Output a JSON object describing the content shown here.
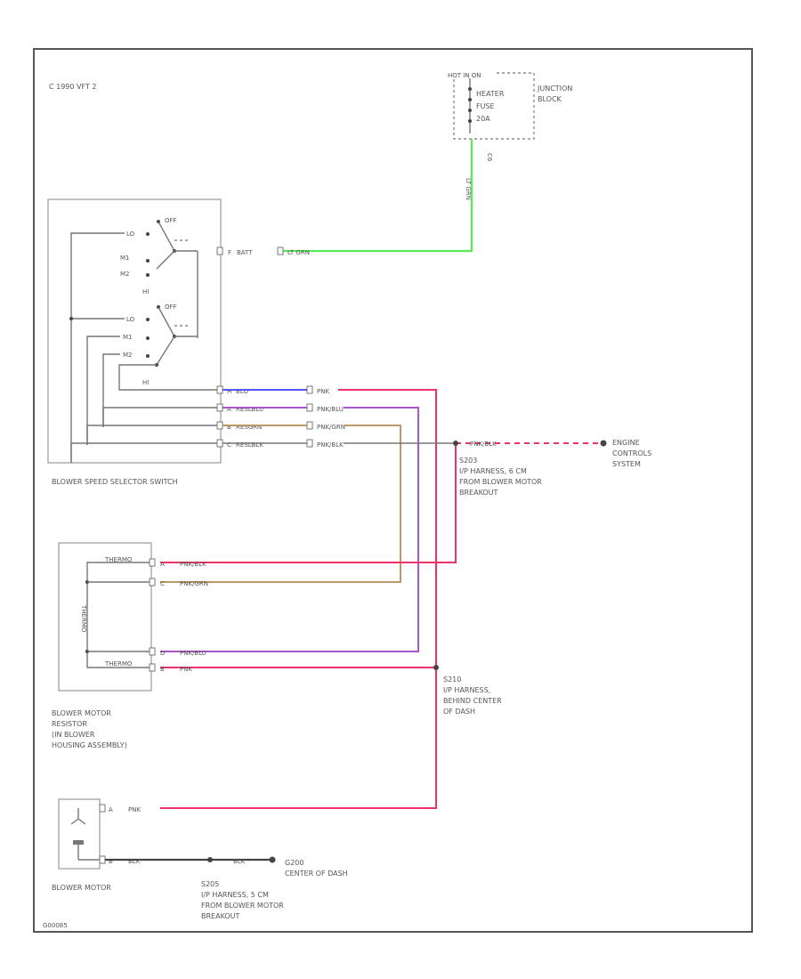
{
  "page_id": "C 1990 VFT 2",
  "figure_id": "G00085",
  "colors": {
    "lt_grn": "#55ee55",
    "blu": "#5555ff",
    "pnk": "#ee3366",
    "red_blu": "#aa55cc",
    "red_grn": "#bb9966",
    "red_blk": "#ee3366",
    "frame": "#555555",
    "wire_gray": "#777777"
  },
  "junction_block": {
    "hot_label": "HOT IN ON",
    "fuse_name": "HEATER",
    "fuse_word": "FUSE",
    "fuse_amps": "20A",
    "title_line1": "JUNCTION",
    "title_line2": "BLOCK",
    "wire_label": "LT GRN",
    "connector": "C6"
  },
  "switch": {
    "title": "BLOWER SPEED SELECTOR SWITCH",
    "off_top": "OFF",
    "lo": "LO",
    "m1": "M1",
    "m2": "M2",
    "hi": "HI",
    "lo2": "LO",
    "m1b": "M1",
    "m2b": "M2",
    "hi2": "HI",
    "off_bottom": "OFF",
    "batt_pin": "F",
    "batt_pin_label": "BATT",
    "batt_wire": "LT GRN",
    "pins": [
      {
        "pin": "H",
        "name": "BLO",
        "wire": "PNK"
      },
      {
        "pin": "A",
        "name": "RESLBLU",
        "wire": "PNK/BLU"
      },
      {
        "pin": "B",
        "name": "RESGRN",
        "wire": "PNK/GRN"
      },
      {
        "pin": "C",
        "name": "RESLBLK",
        "wire": "PNK/BLK"
      }
    ]
  },
  "splice_s203": {
    "id": "S203",
    "desc1": "I/P HARNESS, 6 CM",
    "desc2": "FROM BLOWER MOTOR",
    "desc3": "BREAKOUT",
    "wire": "PNK/BLK"
  },
  "ecs": {
    "line1": "ENGINE",
    "line2": "CONTROLS",
    "line3": "SYSTEM"
  },
  "resistor": {
    "title1": "BLOWER MOTOR",
    "title2": "RESISTOR",
    "title3": "(IN BLOWER",
    "title4": "HOUSING ASSEMBLY)",
    "inner": "THERMO",
    "coil_top": "THERMO",
    "coil_bottom": "THERMO",
    "pins": [
      {
        "pin": "A",
        "wire": "PNK/BLK"
      },
      {
        "pin": "C",
        "wire": "PNK/GRN"
      },
      {
        "pin": "D",
        "wire": "PNK/BLU"
      },
      {
        "pin": "B",
        "wire": "PNK"
      }
    ]
  },
  "splice_s210": {
    "id": "S210",
    "desc1": "I/P HARNESS,",
    "desc2": "BEHIND CENTER",
    "desc3": "OF DASH"
  },
  "motor": {
    "title": "BLOWER MOTOR",
    "pin_top": "A",
    "wire_top": "PNK",
    "pin_bottom": "B",
    "wire_bottom": "BLK",
    "wire_bottom2": "BLK"
  },
  "splice_s205": {
    "id": "S205",
    "desc1": "I/P HARNESS, 5 CM",
    "desc2": "FROM BLOWER MOTOR",
    "desc3": "BREAKOUT"
  },
  "ground_g200": {
    "id": "G200",
    "desc": "CENTER OF DASH"
  }
}
